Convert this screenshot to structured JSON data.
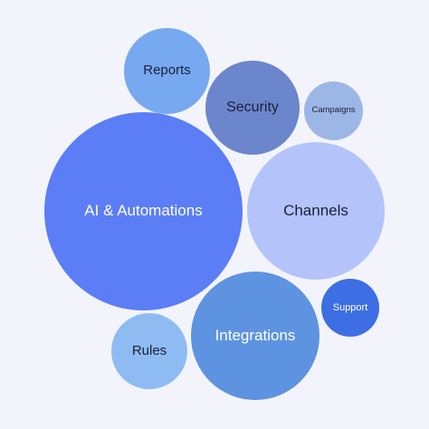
{
  "bubbles": [
    {
      "id": "ai-automations",
      "label": "AI & Automations",
      "color": "#5b7ef6",
      "text_color": "#ffffff"
    },
    {
      "id": "channels",
      "label": "Channels",
      "color": "#b4c4fa",
      "text_color": "#1b1f3a"
    },
    {
      "id": "integrations",
      "label": "Integrations",
      "color": "#5d93e0",
      "text_color": "#ffffff"
    },
    {
      "id": "security",
      "label": "Security",
      "color": "#6b86cc",
      "text_color": "#1b1f3a"
    },
    {
      "id": "reports",
      "label": "Reports",
      "color": "#76a9f0",
      "text_color": "#1b1f3a"
    },
    {
      "id": "rules",
      "label": "Rules",
      "color": "#8ebcf2",
      "text_color": "#1b1f3a"
    },
    {
      "id": "campaigns",
      "label": "Campaigns",
      "color": "#9cb7e6",
      "text_color": "#1b1f3a"
    },
    {
      "id": "support",
      "label": "Support",
      "color": "#3d6ee3",
      "text_color": "#ffffff"
    }
  ]
}
